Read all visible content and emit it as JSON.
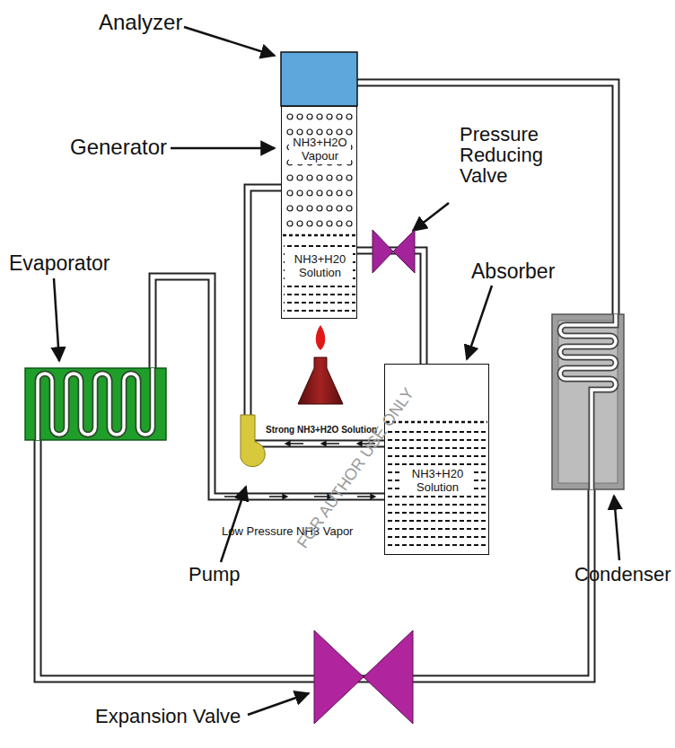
{
  "diagram": {
    "nodes": [
      {
        "text": [
          "NH3+H2O Vapour",
          "NH3+H20 Solution"
        ]
      },
      {
        "text": [
          "NH3+H20 Solution"
        ]
      }
    ],
    "edges": [
      {
        "from": 0,
        "to": 1,
        "arrow": "none"
      },
      {
        "from": 1,
        "to": 0,
        "arrow": "none"
      }
    ],
    "labels": [
      "Analyzer",
      "Generator",
      "Pressure Reducing Valve",
      "Evaporator",
      "Absorber",
      "Strong NH3+H2O Solution",
      "Low Pressure NH3 Vapor",
      "Pump",
      "Condenser",
      "Expansion Valve",
      "FOR AUTHOR USE ONLY"
    ]
  }
}
